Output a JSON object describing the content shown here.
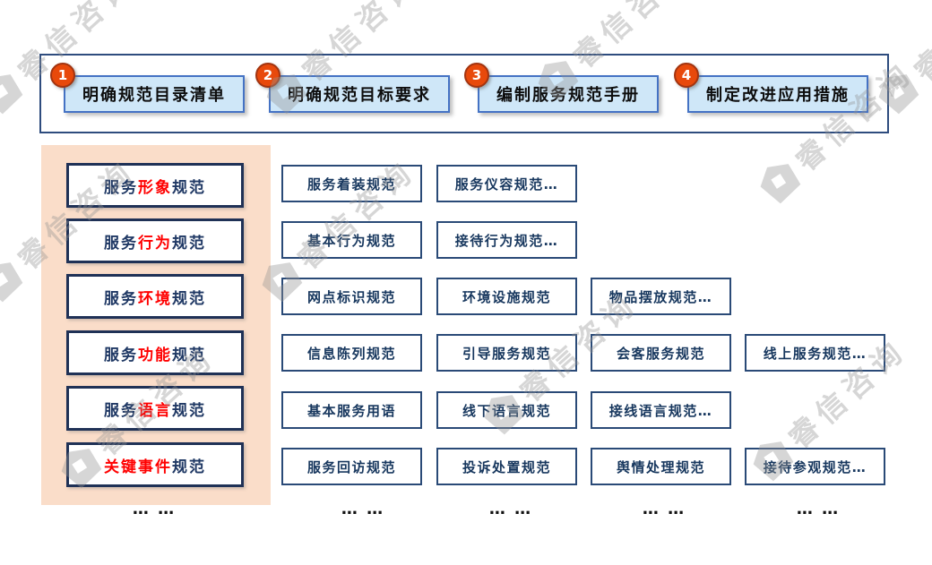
{
  "watermark": {
    "text": "睿信咨询"
  },
  "process_bar": {
    "steps": [
      {
        "num": "1",
        "label": "明确规范目录清单"
      },
      {
        "num": "2",
        "label": "明确规范目标要求"
      },
      {
        "num": "3",
        "label": "编制服务规范手册"
      },
      {
        "num": "4",
        "label": "制定改进应用措施"
      }
    ]
  },
  "category_panel": {
    "items": [
      {
        "pre": "服务",
        "hl": "形象",
        "post": "规范"
      },
      {
        "pre": "服务",
        "hl": "行为",
        "post": "规范"
      },
      {
        "pre": "服务",
        "hl": "环境",
        "post": "规范"
      },
      {
        "pre": "服务",
        "hl": "功能",
        "post": "规范"
      },
      {
        "pre": "服务",
        "hl": "语言",
        "post": "规范"
      },
      {
        "pre": "",
        "hl": "关键事件",
        "post": "规范"
      }
    ]
  },
  "matrix": {
    "rows": [
      [
        "服务着装规范",
        "服务仪容规范…"
      ],
      [
        "基本行为规范",
        "接待行为规范…"
      ],
      [
        "网点标识规范",
        "环境设施规范",
        "物品摆放规范…"
      ],
      [
        "信息陈列规范",
        "引导服务规范",
        "会客服务规范",
        "线上服务规范…"
      ],
      [
        "基本服务用语",
        "线下语言规范",
        "接线语言规范…"
      ],
      [
        "服务回访规范",
        "投诉处置规范",
        "舆情处理规范",
        "接待参观规范…"
      ]
    ]
  },
  "ellipses": [
    "… …",
    "… …",
    "… …",
    "… …",
    "… …"
  ],
  "colors": {
    "step_circle": "#E8490B",
    "step_circle_border": "#A23410",
    "step_box_fill": "#CFE7F8",
    "step_box_border": "#4472C4",
    "panel_pink": "#FADDC9",
    "navy_border": "#1F3156",
    "navy_text": "#1F3864",
    "cell_text": "#17375E",
    "highlight_red": "#FF0000",
    "watermark_gray": "#949494"
  }
}
